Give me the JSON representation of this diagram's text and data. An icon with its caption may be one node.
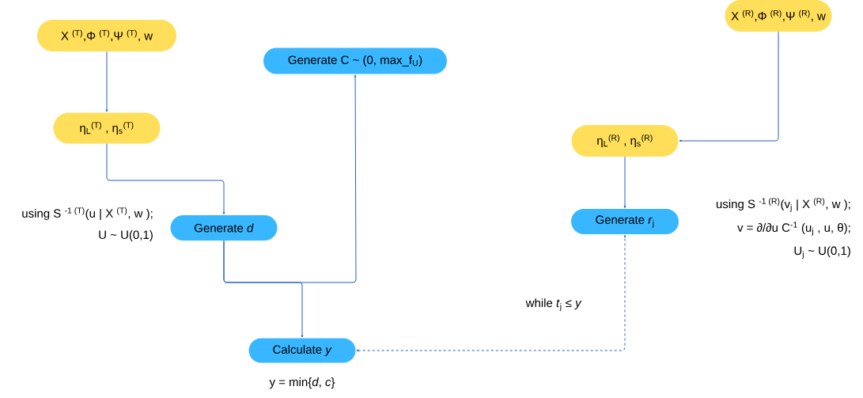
{
  "diagram": {
    "nodes": [
      {
        "text": [
          "X $^{(T)}$,Φ $^{(T)}$,Ψ $^{(T)}$, w"
        ]
      },
      {
        "text": [
          "η$_{L}$$^{(T)}$ , η$_{s}$$^{(T)}$"
        ]
      },
      {
        "text": [
          "Generate C ~ (0, max_f$_{U}$)"
        ]
      },
      {
        "text": [
          "Generate *d*"
        ],
        "beside": [
          "using S $^{-1 (T)}$(u | X $^{(T)}$, w );",
          "U ~ U(0,1)"
        ]
      },
      {
        "text": [
          "Calculate *y*"
        ],
        "beside": [
          "y = min{*d*, *c*}"
        ]
      },
      {
        "text": [
          "X $^{(R)}$,Φ $^{(R)}$,Ψ $^{(R)}$, w"
        ]
      },
      {
        "text": [
          "η$_{L}$$^{(R)}$ , η$_{s}$$^{(R)}$"
        ]
      },
      {
        "text": [
          "Generate *r*$_{j}$"
        ],
        "beside": [
          "using S $^{-1 (R)}$(v$_{j}$ | X $^{(R)}$, w );",
          "v = ∂/∂u C$^{-1}$ (u$_{j}$ , u, θ);",
          "U$_{j}$ ~ U(0,1)"
        ]
      }
    ],
    "edges": [
      {
        "from": 0,
        "to": 1,
        "arrow": "to"
      },
      {
        "from": 1,
        "to": 3,
        "arrow": "to"
      },
      {
        "from": 3,
        "to": 4,
        "arrow": "to"
      },
      {
        "from": 3,
        "to": 2,
        "arrow": "to"
      },
      {
        "from": 5,
        "to": 6,
        "arrow": "to"
      },
      {
        "from": 6,
        "to": 7,
        "arrow": "to"
      },
      {
        "from": 4,
        "to": 7,
        "arrow": "both",
        "style": "dashed",
        "label": "while *t*$_{j}$ ≤ *y*"
      }
    ]
  }
}
